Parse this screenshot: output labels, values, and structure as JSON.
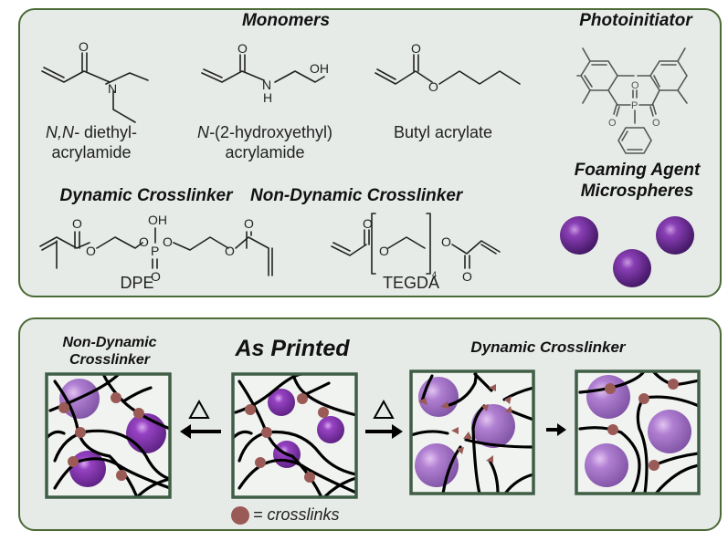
{
  "top_panel": {
    "sections": {
      "monomers": "Monomers",
      "photoinitiator": "Photoinitiator",
      "foaming_agent": [
        "Foaming Agent",
        "Microspheres"
      ],
      "dynamic_crosslinker": "Dynamic Crosslinker",
      "non_dynamic_crosslinker": "Non-Dynamic Crosslinker"
    },
    "molecules": {
      "deaa": {
        "name_italic": "N,N-",
        "name_line1_rest": " diethyl-",
        "name_line2": "acrylamide",
        "atoms": [
          "O",
          "N"
        ]
      },
      "hea": {
        "name_italic": "N-",
        "name_line1_rest": "(2-hydroxyethyl)",
        "name_line2": "acrylamide",
        "atoms": [
          "O",
          "N",
          "H",
          "OH"
        ]
      },
      "ba": {
        "name": "Butyl acrylate",
        "atoms": [
          "O",
          "O"
        ]
      },
      "dpe": {
        "name": "DPE",
        "atoms": [
          "O",
          "O",
          "O",
          "P",
          "OH",
          "O",
          "O",
          "O",
          "O"
        ]
      },
      "tegda": {
        "name": "TEGDA",
        "repeat_subscript": "4",
        "atoms": [
          "O",
          "O",
          "O",
          "O"
        ]
      },
      "photoinitiator": {
        "atoms": [
          "O",
          "P",
          "O",
          "O"
        ]
      }
    }
  },
  "bottom_panel": {
    "labels": {
      "non_dynamic": [
        "Non-Dynamic",
        "Crosslinker"
      ],
      "as_printed": "As Printed",
      "dynamic": "Dynamic Crosslinker",
      "legend": "= crosslinks",
      "heat_symbol": "△"
    },
    "colors": {
      "crosslink": "#9a5a55",
      "sphere_dark": "#7b2fa0",
      "sphere_light": "#a46bcc",
      "frame": "#3f5e45",
      "panel_border": "#4b6a35"
    }
  }
}
